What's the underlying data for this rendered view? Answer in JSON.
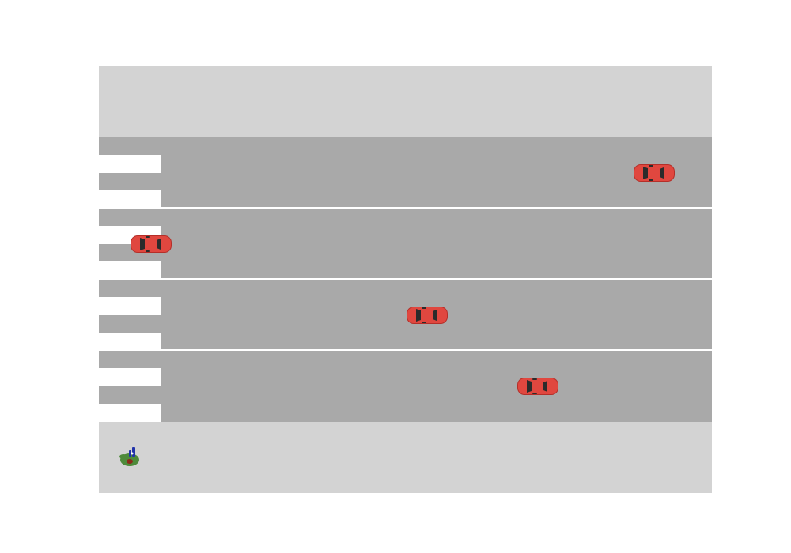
{
  "colors": {
    "background": "#ffffff",
    "sidewalk": "#d3d3d3",
    "road": "#a9a9a9",
    "stripe": "#ffffff",
    "lane_divider": "#ffffff",
    "car_body": "#e0473f",
    "car_shadow": "#b52f29",
    "car_glass": "#2b2b2b",
    "chicken_body": "#4e8a3a",
    "chicken_hat": "#2233aa",
    "chicken_beak": "#8b2a1a"
  },
  "game": {
    "lanes": [
      {
        "name": "lane-1",
        "car": {
          "icon": "red-car-icon",
          "facing": "right",
          "position": 0.95
        }
      },
      {
        "name": "lane-2",
        "car": {
          "icon": "red-car-icon",
          "facing": "right",
          "position": 0.04
        }
      },
      {
        "name": "lane-3",
        "car": {
          "icon": "red-car-icon",
          "facing": "right",
          "position": 0.54
        }
      },
      {
        "name": "lane-4",
        "car": {
          "icon": "red-car-icon",
          "facing": "right",
          "position": 0.74
        }
      }
    ],
    "player": {
      "icon": "chicken-icon",
      "location": "bottom-sidewalk"
    }
  }
}
